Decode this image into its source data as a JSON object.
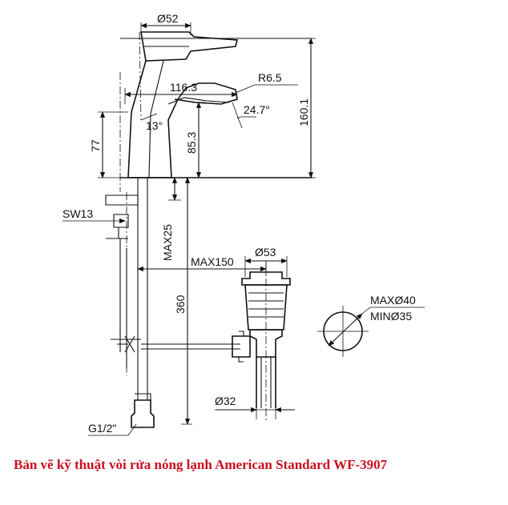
{
  "labels": {
    "d52": "Ø52",
    "d116": "116.3",
    "r65": "R6.5",
    "a13": "13°",
    "a247": "24.7°",
    "d853": "85.3",
    "d1601": "160.1",
    "d77": "77",
    "sw13": "SW13",
    "max25": "MAX25",
    "max150": "MAX150",
    "d53": "Ø53",
    "d360": "360",
    "max40": "MAXØ40",
    "min35": "MINØ35",
    "d32": "Ø32",
    "g12": "G1/2\""
  },
  "caption": "Bản vẽ kỹ thuật vòi rửa nóng lạnh American Standard WF-3907"
}
